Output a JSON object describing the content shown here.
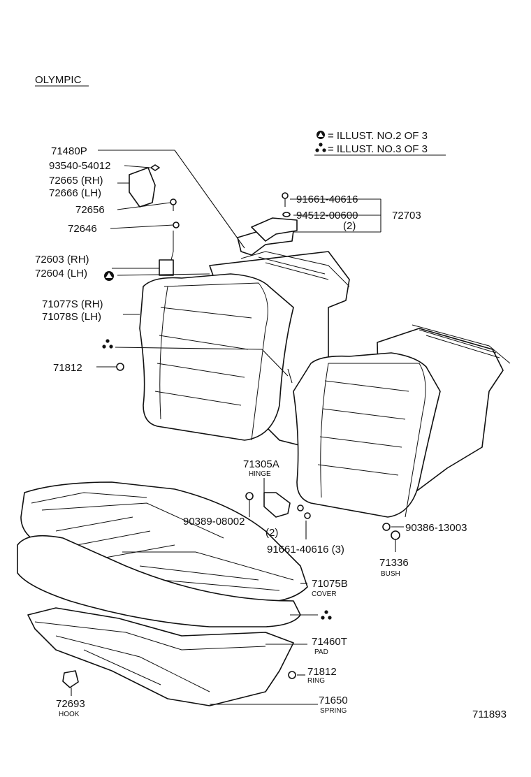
{
  "title": "OLYMPIC",
  "legend": {
    "triangle_label": "= ILLUST. NO.2 OF 3",
    "dots_label": "= ILLUST. NO.3 OF 3"
  },
  "parts": {
    "p71480P": "71480P",
    "p93540": "93540-54012",
    "p72665": "72665 (RH)",
    "p72666": "72666 (LH)",
    "p72656": "72656",
    "p72646": "72646",
    "p72603": "72603 (RH)",
    "p72604": "72604 (LH)",
    "p71077": "71077S (RH)",
    "p71078": "71078S (LH)",
    "p71812a": "71812",
    "p91661a": "91661-40616",
    "p94512": "94512-00600",
    "p94512_qty": "(2)",
    "p72703": "72703",
    "p71305A": "71305A",
    "p71305A_name": "HINGE",
    "p90389": "90389-08002",
    "p90389_qty": "(2)",
    "p91661b": "91661-40616 (3)",
    "p90386": "90386-13003",
    "p71336": "71336",
    "p71336_name": "BUSH",
    "p71075B": "71075B",
    "p71075B_name": "COVER",
    "p71460T": "71460T",
    "p71460T_name": "PAD",
    "p71812b": "71812",
    "p71812b_name": "RING",
    "p71650": "71650",
    "p71650_name": "SPRING",
    "p72693": "72693",
    "p72693_name": "HOOK"
  },
  "diagram_number": "711893"
}
